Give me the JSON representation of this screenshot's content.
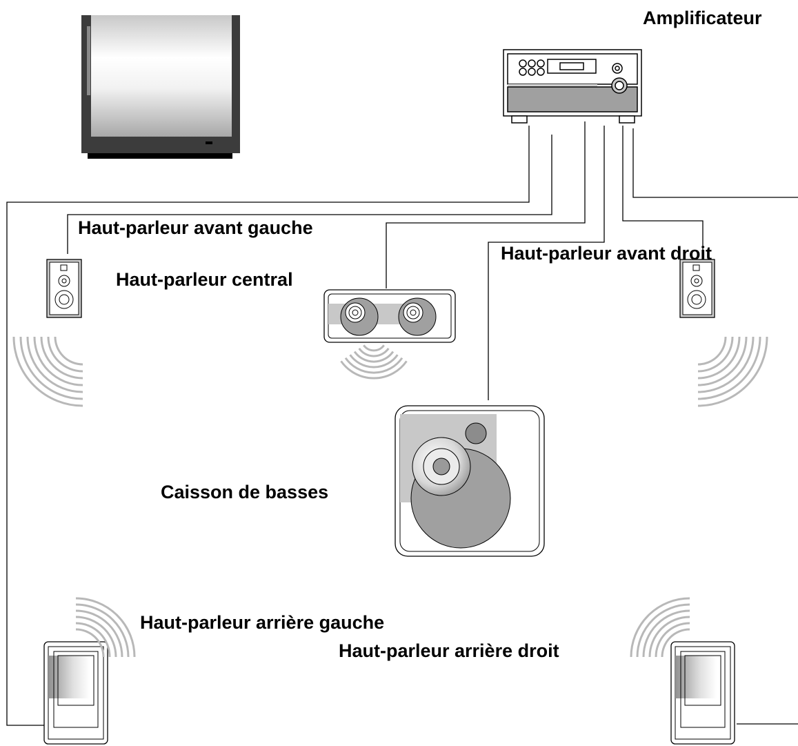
{
  "labels": {
    "amplifier": "Amplificateur",
    "front_left": "Haut-parleur avant gauche",
    "center": "Haut-parleur central",
    "front_right": "Haut-parleur avant droit",
    "subwoofer": "Caisson de basses",
    "rear_left": "Haut-parleur arrière gauche",
    "rear_right": "Haut-parleur arrière droit"
  },
  "colors": {
    "line": "#000000",
    "sound_wave": "#b8b8b8",
    "device_gray": "#a0a0a0",
    "device_dark": "#505050",
    "background": "#ffffff"
  }
}
